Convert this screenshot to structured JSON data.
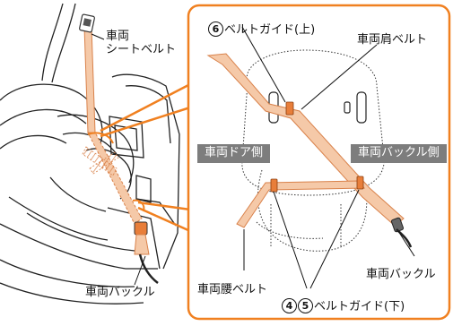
{
  "left_labels": {
    "seatbelt": "車両\nシートベルト",
    "buckle": "車両バックル"
  },
  "right_labels": {
    "belt_guide_upper_num": "6",
    "belt_guide_upper": "ベルトガイド(上)",
    "shoulder_belt": "車両肩ベルト",
    "door_side": "車両ドア側",
    "buckle_side": "車両バックル側",
    "buckle": "車両バックル",
    "lap_belt": "車両腰ベルト",
    "belt_guide_lower_num_a": "4",
    "belt_guide_lower_num_b": "5",
    "belt_guide_lower": "ベルトガイド(下)"
  },
  "colors": {
    "belt": "#f5c9a8",
    "belt_outline": "#d9824b",
    "guide": "#e87e3a",
    "callout": "#f08020",
    "tag_bg": "#7d7d7d",
    "line": "#111111"
  }
}
